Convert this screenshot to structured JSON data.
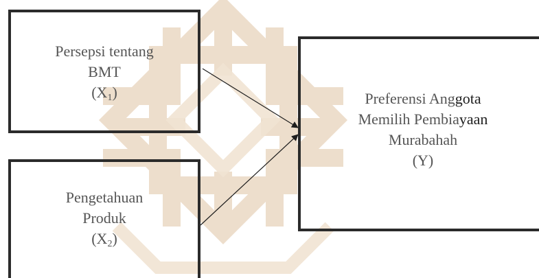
{
  "diagram": {
    "colors": {
      "text": "#555555",
      "border": "#2b2b2b",
      "watermark": "#ead9c4"
    },
    "box_x1": {
      "line1": "Persepsi tentang",
      "line2": "BMT",
      "var_open": "(X",
      "var_sub": "1",
      "var_close": ")"
    },
    "box_x2": {
      "line1": "Pengetahuan",
      "line2": "Produk",
      "var_open": "(X",
      "var_sub": "2",
      "var_close": ")"
    },
    "box_y": {
      "line1a": "Preferensi Ang",
      "line1b": "gota",
      "line2a": "Memilih Pembia",
      "line2b": "yaan",
      "line3": "Murabahah",
      "line4": "(Y)"
    }
  }
}
